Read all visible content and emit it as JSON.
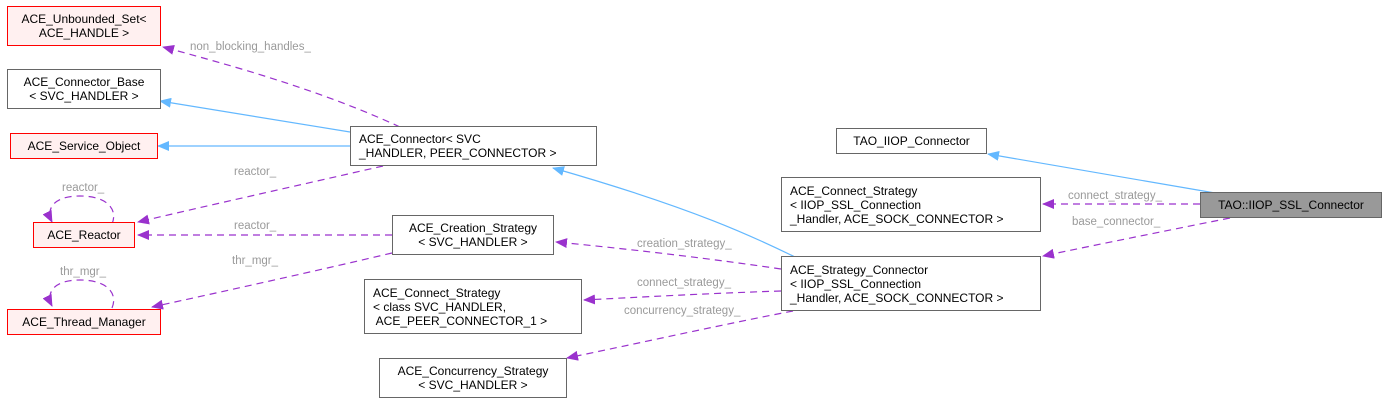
{
  "colors": {
    "inheritance_edge": "#63b8ff",
    "usage_edge": "#9a32cd",
    "label_text": "#9a9a9a",
    "external_border": "#ff0000",
    "external_fill": "#fff0f0",
    "focus_fill": "#999999"
  },
  "nodes": {
    "unbounded_set": {
      "lines": [
        "ACE_Unbounded_Set<",
        "ACE_HANDLE >"
      ]
    },
    "connector_base": {
      "lines": [
        "ACE_Connector_Base",
        "< SVC_HANDLER >"
      ]
    },
    "service_object": {
      "lines": [
        "ACE_Service_Object"
      ]
    },
    "reactor": {
      "lines": [
        "ACE_Reactor"
      ]
    },
    "thread_manager": {
      "lines": [
        "ACE_Thread_Manager"
      ]
    },
    "ace_connector": {
      "lines": [
        "ACE_Connector< SVC",
        "_HANDLER, PEER_CONNECTOR >"
      ]
    },
    "creation_strategy": {
      "lines": [
        "ACE_Creation_Strategy",
        "< SVC_HANDLER >"
      ]
    },
    "connect_strategy_generic": {
      "lines": [
        "ACE_Connect_Strategy",
        "< class SVC_HANDLER,",
        " ACE_PEER_CONNECTOR_1 >"
      ]
    },
    "concurrency_strategy": {
      "lines": [
        "ACE_Concurrency_Strategy",
        "< SVC_HANDLER >"
      ]
    },
    "tao_iiop_connector": {
      "lines": [
        "TAO_IIOP_Connector"
      ]
    },
    "connect_strategy_ssl": {
      "lines": [
        "ACE_Connect_Strategy",
        "< IIOP_SSL_Connection",
        "_Handler, ACE_SOCK_CONNECTOR >"
      ]
    },
    "strategy_connector": {
      "lines": [
        "ACE_Strategy_Connector",
        "< IIOP_SSL_Connection",
        "_Handler, ACE_SOCK_CONNECTOR >"
      ]
    },
    "focus": {
      "lines": [
        "TAO::IIOP_SSL_Connector"
      ]
    }
  },
  "edge_labels": {
    "non_blocking_handles": "non_blocking_handles_",
    "reactor_self": "reactor_",
    "reactor_connector": "reactor_",
    "reactor_creation": "reactor_",
    "thr_mgr_self": "thr_mgr_",
    "thr_mgr_creation": "thr_mgr_",
    "creation_strategy": "creation_strategy_",
    "connect_strategy_generic": "connect_strategy_",
    "concurrency_strategy": "concurrency_strategy_",
    "connect_strategy_ssl": "connect_strategy_",
    "base_connector": "base_connector_"
  }
}
